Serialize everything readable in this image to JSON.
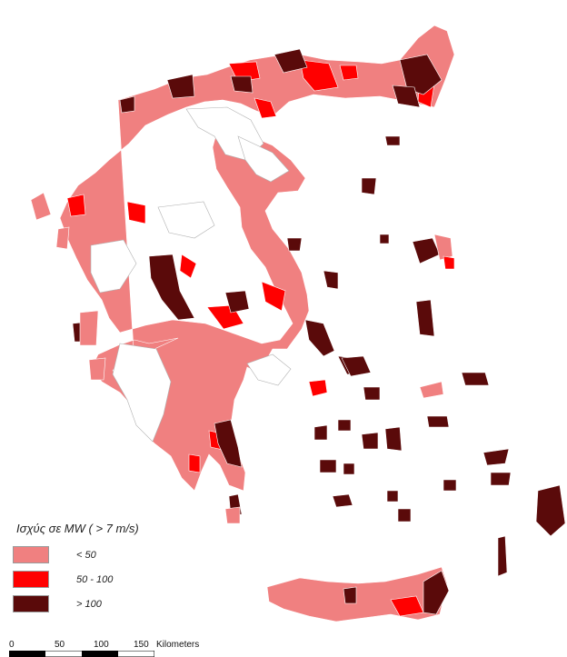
{
  "legend": {
    "title": "Ισχύς σε MW ( > 7 m/s)",
    "classes": [
      {
        "label": "< 50",
        "color": "#f08080"
      },
      {
        "label": "50 - 100",
        "color": "#ff0000"
      },
      {
        "label": "> 100",
        "color": "#5a0a0a"
      }
    ]
  },
  "scale": {
    "ticks": [
      "0",
      "50",
      "100",
      "150"
    ],
    "unit": "Kilometers"
  },
  "colors": {
    "none": "#ffffff",
    "border": "#b0b0b0",
    "low": "#f08080",
    "mid": "#ff0000",
    "high": "#5a0a0a"
  }
}
